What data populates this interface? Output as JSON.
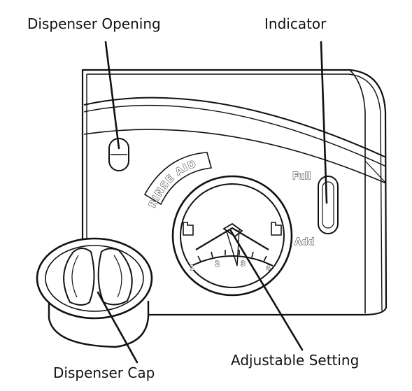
{
  "labels": {
    "dispenser_opening": "Dispenser Opening",
    "indicator": "Indicator",
    "dispenser_cap": "Dispenser Cap",
    "adjustable_setting": "Adjustable Setting"
  },
  "panel": {
    "rinse_aid": "RINSE AID",
    "full": "Full",
    "add": "Add"
  },
  "dial": {
    "scale_marks": [
      "1",
      "2",
      "3",
      "4"
    ]
  },
  "colors": {
    "line": "#111111",
    "background": "#ffffff"
  }
}
